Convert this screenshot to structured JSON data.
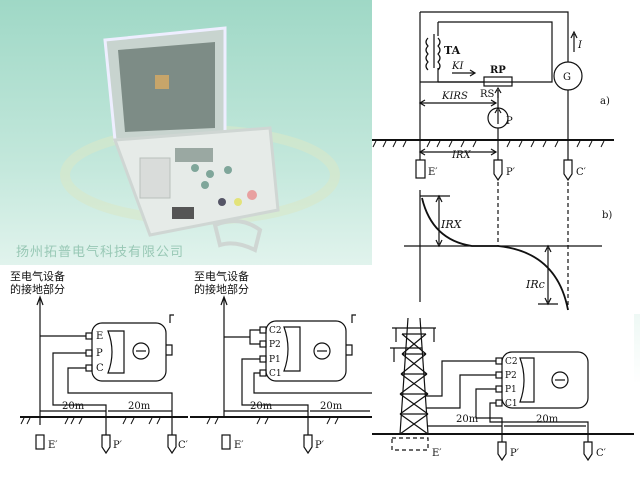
{
  "photo": {
    "company_name": "扬州拓普电气科技有限公司",
    "device": "grounding-resistance-tester-in-case"
  },
  "figure_a": {
    "label": "a)",
    "components": {
      "transformer": "TA",
      "rheostat": "RP",
      "rs": "RS",
      "galvanometer": "P",
      "generator": "G",
      "current": "I",
      "ki": "KI",
      "kirs": "KIRS",
      "irx": "IRX"
    },
    "electrodes": [
      "E′",
      "P′",
      "C′"
    ]
  },
  "figure_b": {
    "label": "b)",
    "annotations": [
      "IRX",
      "IRc"
    ]
  },
  "wiring_1": {
    "caption_line1": "至电气设备",
    "caption_line2": "的接地部分",
    "terminals": [
      "E",
      "P",
      "C"
    ],
    "distances": [
      "20m",
      "20m"
    ],
    "electrodes": [
      "E′",
      "P′",
      "C′"
    ]
  },
  "wiring_2": {
    "caption_line1": "至电气设备",
    "caption_line2": "的接地部分",
    "terminals": [
      "C2",
      "P2",
      "P1",
      "C1"
    ],
    "distances": [
      "20m",
      "20m"
    ],
    "electrodes": [
      "E′",
      "P′",
      "C′"
    ]
  },
  "wiring_3": {
    "terminals": [
      "C2",
      "P2",
      "P1",
      "C1"
    ],
    "distances": [
      "20m",
      "20m"
    ],
    "electrodes": [
      "E′",
      "P′",
      "C′"
    ]
  }
}
